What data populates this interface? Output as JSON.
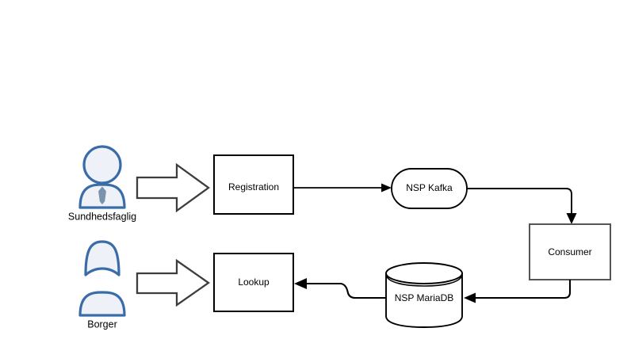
{
  "diagram": {
    "type": "flow-architecture",
    "background_color": "#ffffff",
    "colors": {
      "actor_stroke": "#3a6ca8",
      "actor_fill": "#eef2f8",
      "node_stroke": "#000000",
      "node_fill": "#ffffff",
      "connector_stroke": "#000000",
      "block_arrow_stroke": "#3d3d3d",
      "block_arrow_fill": "#ffffff",
      "text_color": "#000000"
    },
    "actors": [
      {
        "id": "sundhedsfaglig",
        "label": "Sundhedsfaglig",
        "icon": "person-with-tie-icon",
        "head_style": "circle"
      },
      {
        "id": "borger",
        "label": "Borger",
        "icon": "person-icon",
        "head_style": "dome"
      }
    ],
    "nodes": [
      {
        "id": "registration",
        "label": "Registration",
        "shape": "rectangle"
      },
      {
        "id": "lookup",
        "label": "Lookup",
        "shape": "rectangle"
      },
      {
        "id": "nsp-kafka",
        "label": "NSP Kafka",
        "shape": "stadium"
      },
      {
        "id": "consumer",
        "label": "Consumer",
        "shape": "rectangle"
      },
      {
        "id": "nsp-mariadb",
        "label": "NSP MariaDB",
        "shape": "cylinder"
      }
    ],
    "connectors": [
      {
        "id": "sundhedsfaglig-to-registration",
        "from": "sundhedsfaglig",
        "to": "registration",
        "style": "block-arrow"
      },
      {
        "id": "registration-to-kafka",
        "from": "registration",
        "to": "nsp-kafka",
        "style": "line-arrow"
      },
      {
        "id": "kafka-to-consumer",
        "from": "nsp-kafka",
        "to": "consumer",
        "style": "line-arrow-elbow"
      },
      {
        "id": "consumer-to-mariadb",
        "from": "consumer",
        "to": "nsp-mariadb",
        "style": "line-arrow-elbow"
      },
      {
        "id": "mariadb-to-lookup",
        "from": "nsp-mariadb",
        "to": "lookup",
        "style": "line-arrow-jog"
      },
      {
        "id": "borger-to-lookup",
        "from": "borger",
        "to": "lookup",
        "style": "block-arrow"
      }
    ]
  }
}
